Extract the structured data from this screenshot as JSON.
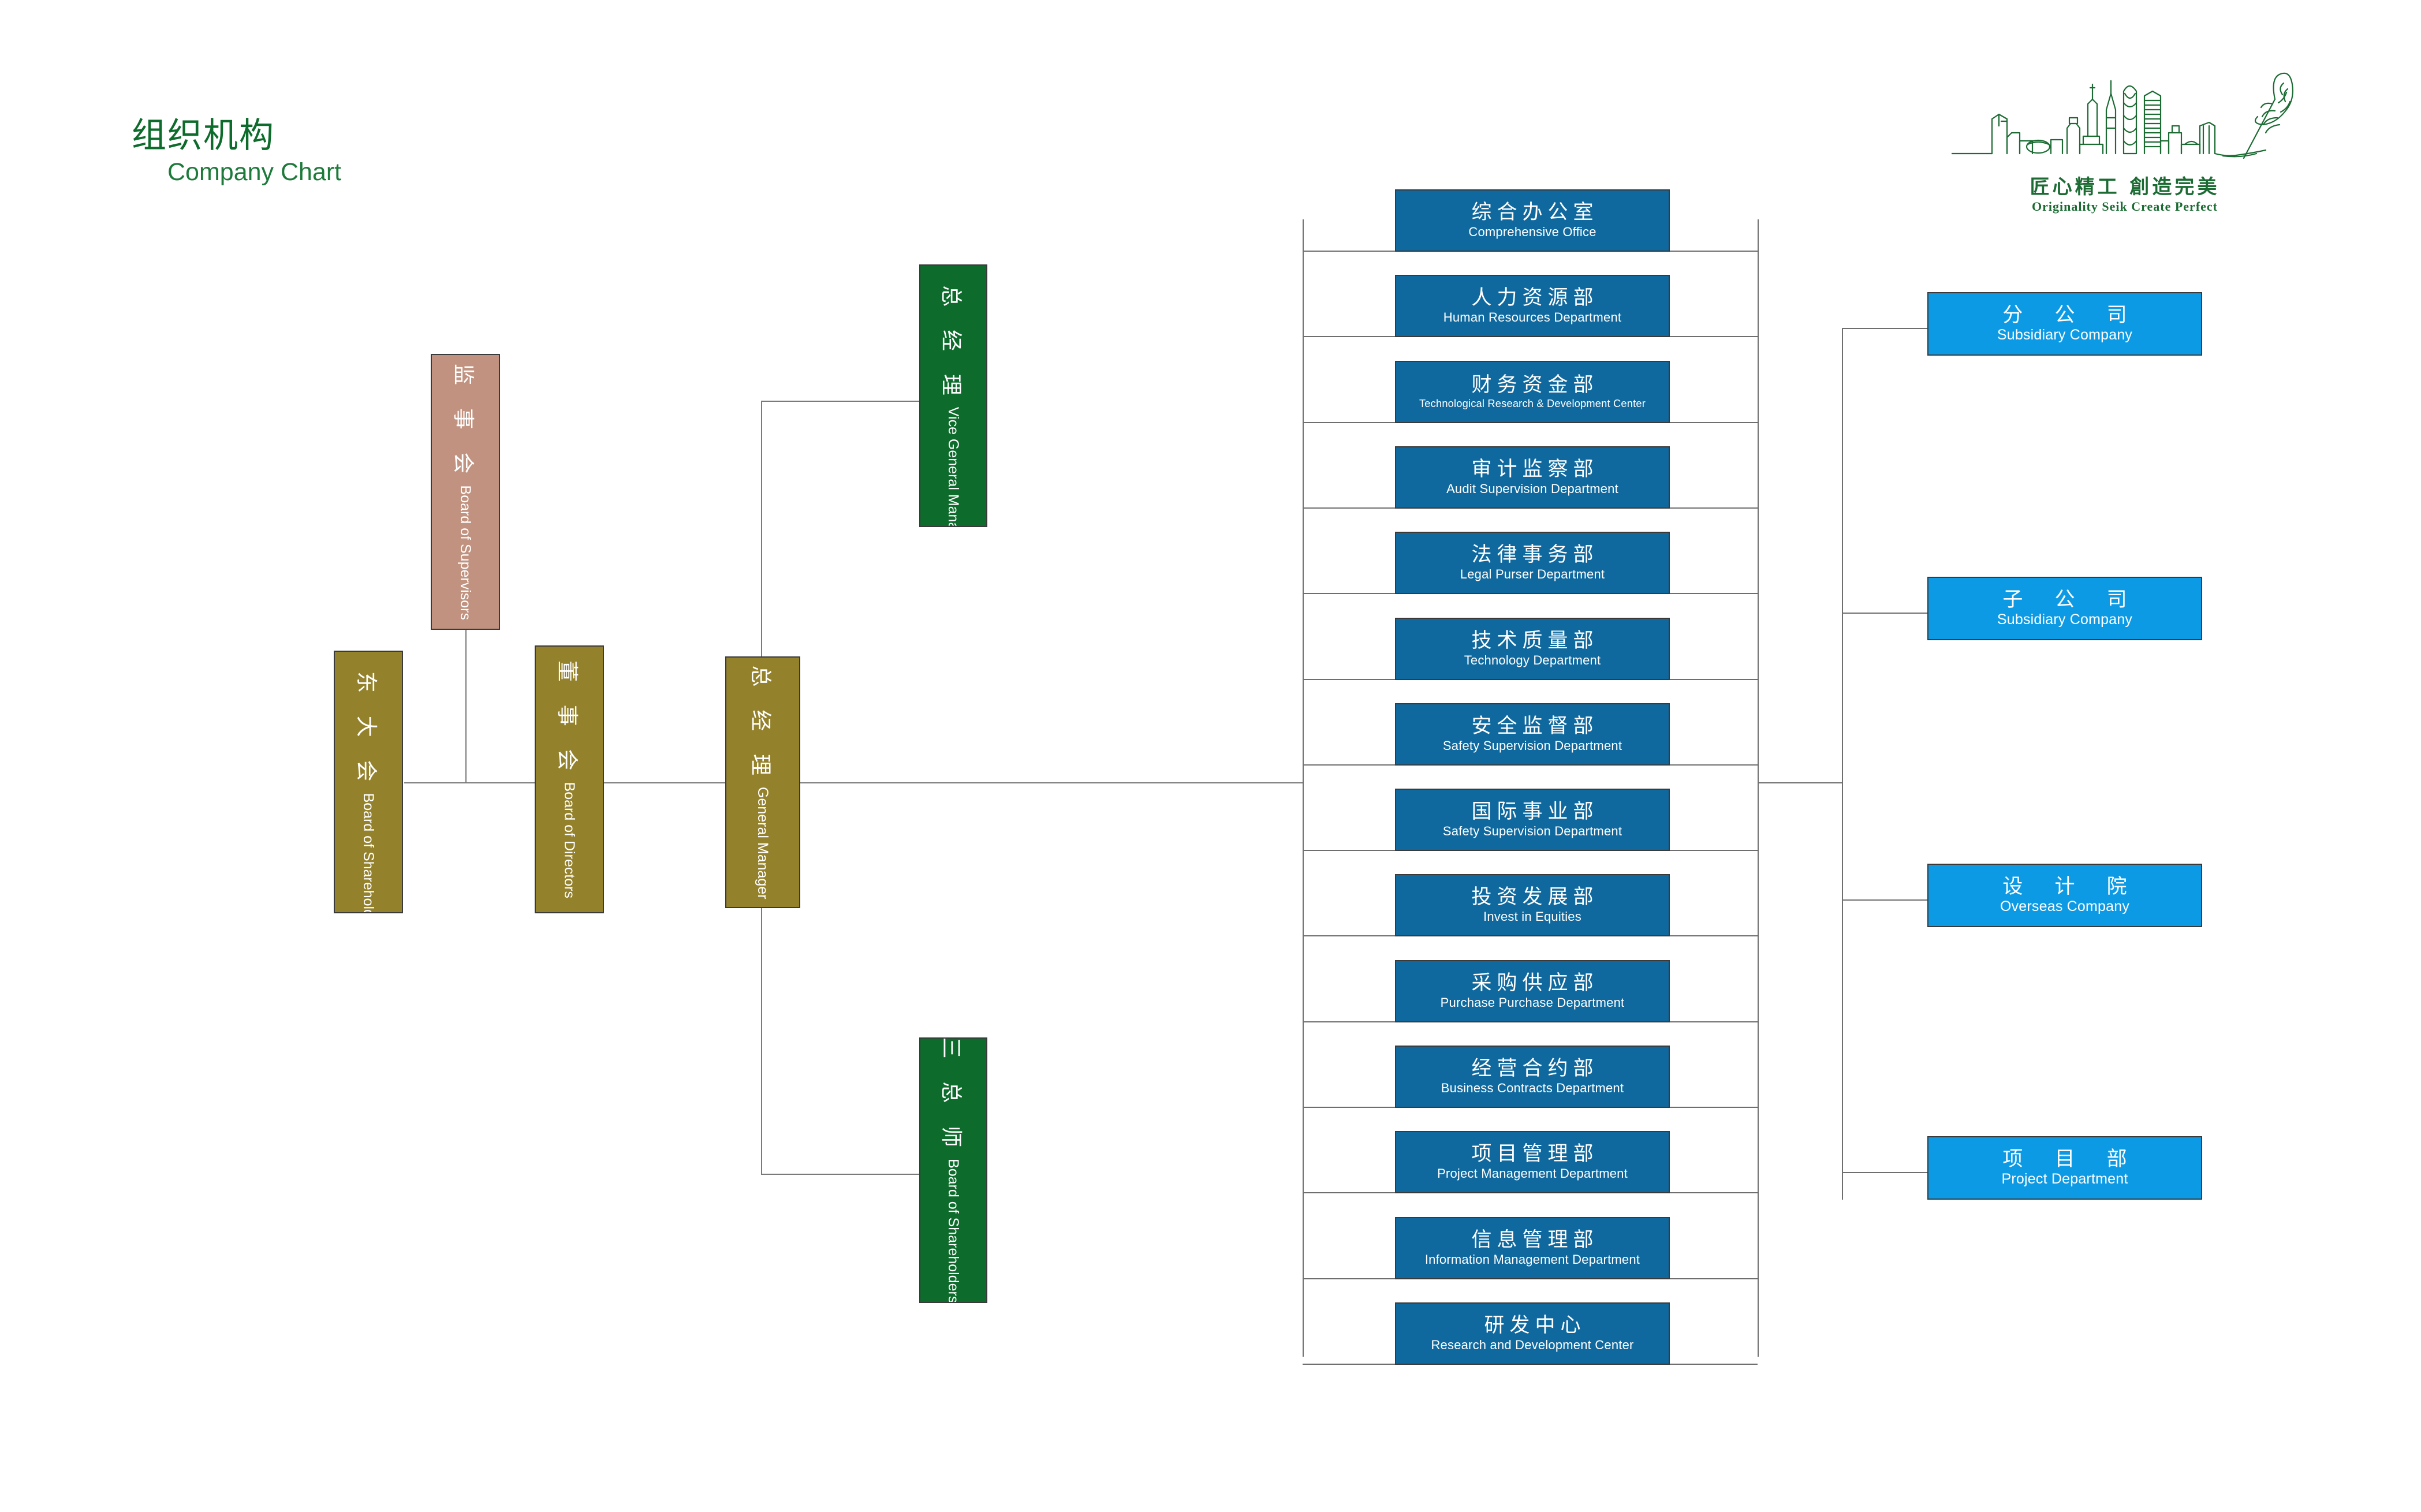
{
  "title": {
    "cn": "组织机构",
    "en": "Company Chart"
  },
  "logo": {
    "name": "company-skyline-logo",
    "tagline_cn": "匠心精工 創造完美",
    "tagline_en": "Originality Seik    Create Perfect",
    "color": "#1b6b33"
  },
  "colors": {
    "gold": "#94812c",
    "rose": "#c0927f",
    "green": "#0d6b2b",
    "blue_dark": "#10699e",
    "blue_light": "#0d9ae5",
    "line": "#7a7a7a",
    "title_green": "#0d6b2b"
  },
  "governance": [
    {
      "id": "shareholders",
      "cn": "股 东 大 会",
      "en": "Board of Shareholders",
      "color": "#94812c"
    },
    {
      "id": "directors",
      "cn": "董 事 会",
      "en": "Board of Directors",
      "color": "#94812c"
    },
    {
      "id": "supervisors",
      "cn": "监 事 会",
      "en": "Board of Supervisors",
      "color": "#c0927f"
    },
    {
      "id": "general-manager",
      "cn": "总 经 理",
      "en": "General Manager",
      "color": "#94812c"
    }
  ],
  "executives": [
    {
      "id": "vice-general-manager",
      "cn": "副 总 经 理",
      "en": "Vice General Manager",
      "color": "#0d6b2b"
    },
    {
      "id": "three-chief-engineers",
      "cn": "三 总 师",
      "en": "Board of Shareholders",
      "color": "#0d6b2b"
    }
  ],
  "departments": [
    {
      "cn": "综合办公室",
      "en": "Comprehensive Office"
    },
    {
      "cn": "人力资源部",
      "en": "Human Resources Department"
    },
    {
      "cn": "财务资金部",
      "en": "Technological Research & Development Center"
    },
    {
      "cn": "审计监察部",
      "en": "Audit Supervision Department"
    },
    {
      "cn": "法律事务部",
      "en": "Legal Purser Department"
    },
    {
      "cn": "技术质量部",
      "en": "Technology Department"
    },
    {
      "cn": "安全监督部",
      "en": "Safety Supervision Department"
    },
    {
      "cn": "国际事业部",
      "en": "Safety Supervision Department"
    },
    {
      "cn": "投资发展部",
      "en": "Invest in Equities"
    },
    {
      "cn": "采购供应部",
      "en": "Purchase Purchase Department"
    },
    {
      "cn": "经营合约部",
      "en": "Business Contracts Department"
    },
    {
      "cn": "项目管理部",
      "en": "Project Management Department"
    },
    {
      "cn": "信息管理部",
      "en": "Information Management Department"
    },
    {
      "cn": "研发中心",
      "en": "Research and Development Center"
    }
  ],
  "subsidiaries": [
    {
      "cn": "分 公 司",
      "en": "Subsidiary Company"
    },
    {
      "cn": "子 公 司",
      "en": "Subsidiary Company"
    },
    {
      "cn": "设 计 院",
      "en": "Overseas Company"
    },
    {
      "cn": "项 目 部",
      "en": "Project Department"
    }
  ]
}
